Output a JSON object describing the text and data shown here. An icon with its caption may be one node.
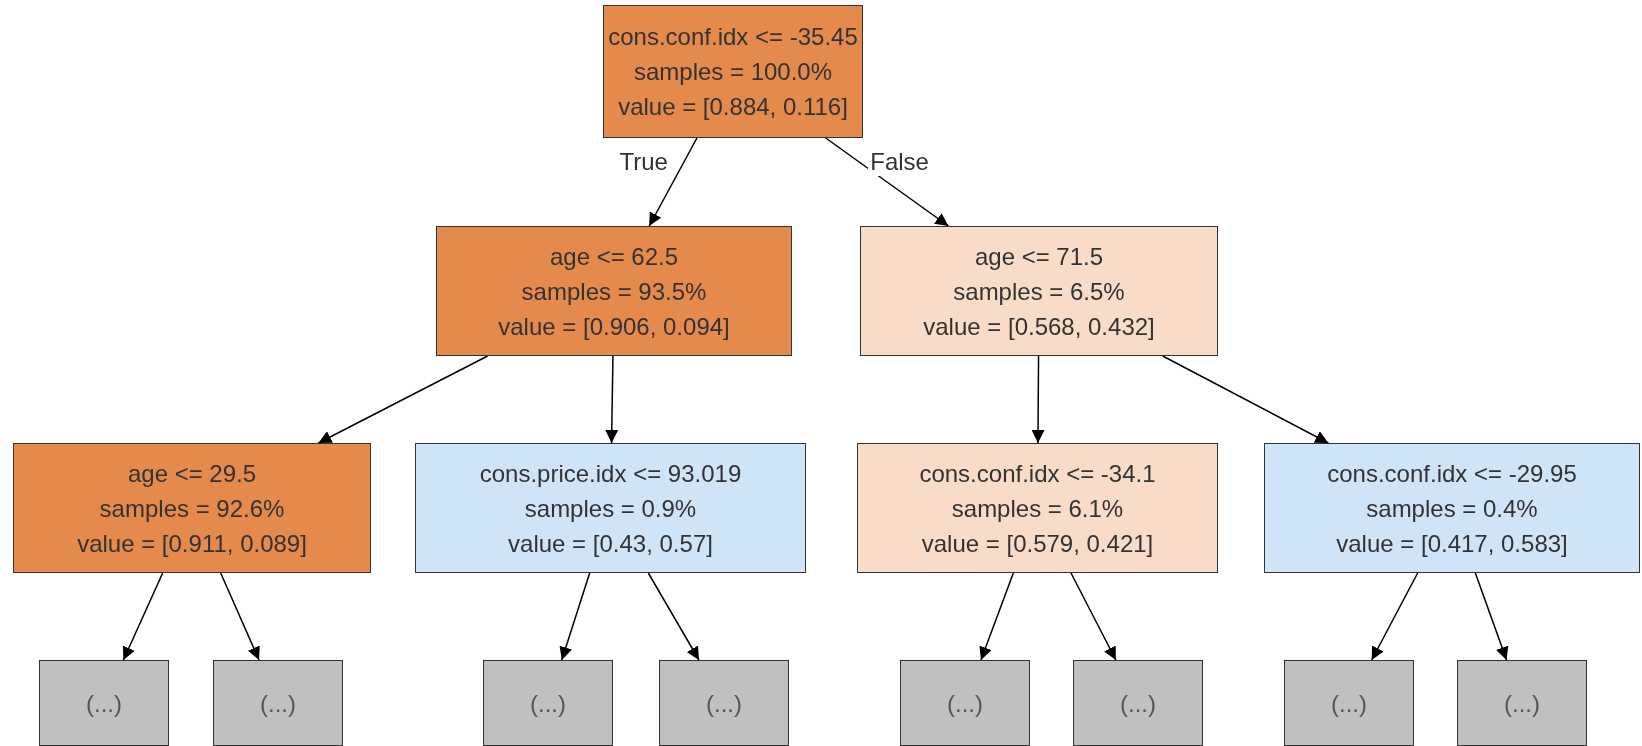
{
  "diagram": {
    "nodes": [
      {
        "text": [
          "cons.conf.idx <= -35.45",
          "samples = 100.0%",
          "value = [0.884, 0.116]"
        ]
      },
      {
        "text": [
          "age <= 62.5",
          "samples = 93.5%",
          "value = [0.906, 0.094]"
        ]
      },
      {
        "text": [
          "age <= 71.5",
          "samples = 6.5%",
          "value = [0.568, 0.432]"
        ]
      },
      {
        "text": [
          "age <= 29.5",
          "samples = 92.6%",
          "value = [0.911, 0.089]"
        ]
      },
      {
        "text": [
          "cons.price.idx <= 93.019",
          "samples = 0.9%",
          "value = [0.43, 0.57]"
        ]
      },
      {
        "text": [
          "cons.conf.idx <= -34.1",
          "samples = 6.1%",
          "value = [0.579, 0.421]"
        ]
      },
      {
        "text": [
          "cons.conf.idx <= -29.95",
          "samples = 0.4%",
          "value = [0.417, 0.583]"
        ]
      },
      {
        "text": [
          "(...)"
        ]
      },
      {
        "text": [
          "(...)"
        ]
      },
      {
        "text": [
          "(...)"
        ]
      },
      {
        "text": [
          "(...)"
        ]
      },
      {
        "text": [
          "(...)"
        ]
      },
      {
        "text": [
          "(...)"
        ]
      },
      {
        "text": [
          "(...)"
        ]
      },
      {
        "text": [
          "(...)"
        ]
      }
    ],
    "edges": [
      {
        "from": 0,
        "to": 1,
        "arrow": "to",
        "label": "True"
      },
      {
        "from": 0,
        "to": 2,
        "arrow": "to",
        "label": "False"
      },
      {
        "from": 1,
        "to": 3,
        "arrow": "to"
      },
      {
        "from": 1,
        "to": 4,
        "arrow": "to"
      },
      {
        "from": 2,
        "to": 5,
        "arrow": "to"
      },
      {
        "from": 2,
        "to": 6,
        "arrow": "to"
      },
      {
        "from": 3,
        "to": 7,
        "arrow": "to"
      },
      {
        "from": 3,
        "to": 8,
        "arrow": "to"
      },
      {
        "from": 4,
        "to": 9,
        "arrow": "to"
      },
      {
        "from": 4,
        "to": 10,
        "arrow": "to"
      },
      {
        "from": 5,
        "to": 11,
        "arrow": "to"
      },
      {
        "from": 5,
        "to": 12,
        "arrow": "to"
      },
      {
        "from": 6,
        "to": 13,
        "arrow": "to"
      },
      {
        "from": 6,
        "to": 14,
        "arrow": "to"
      }
    ]
  }
}
